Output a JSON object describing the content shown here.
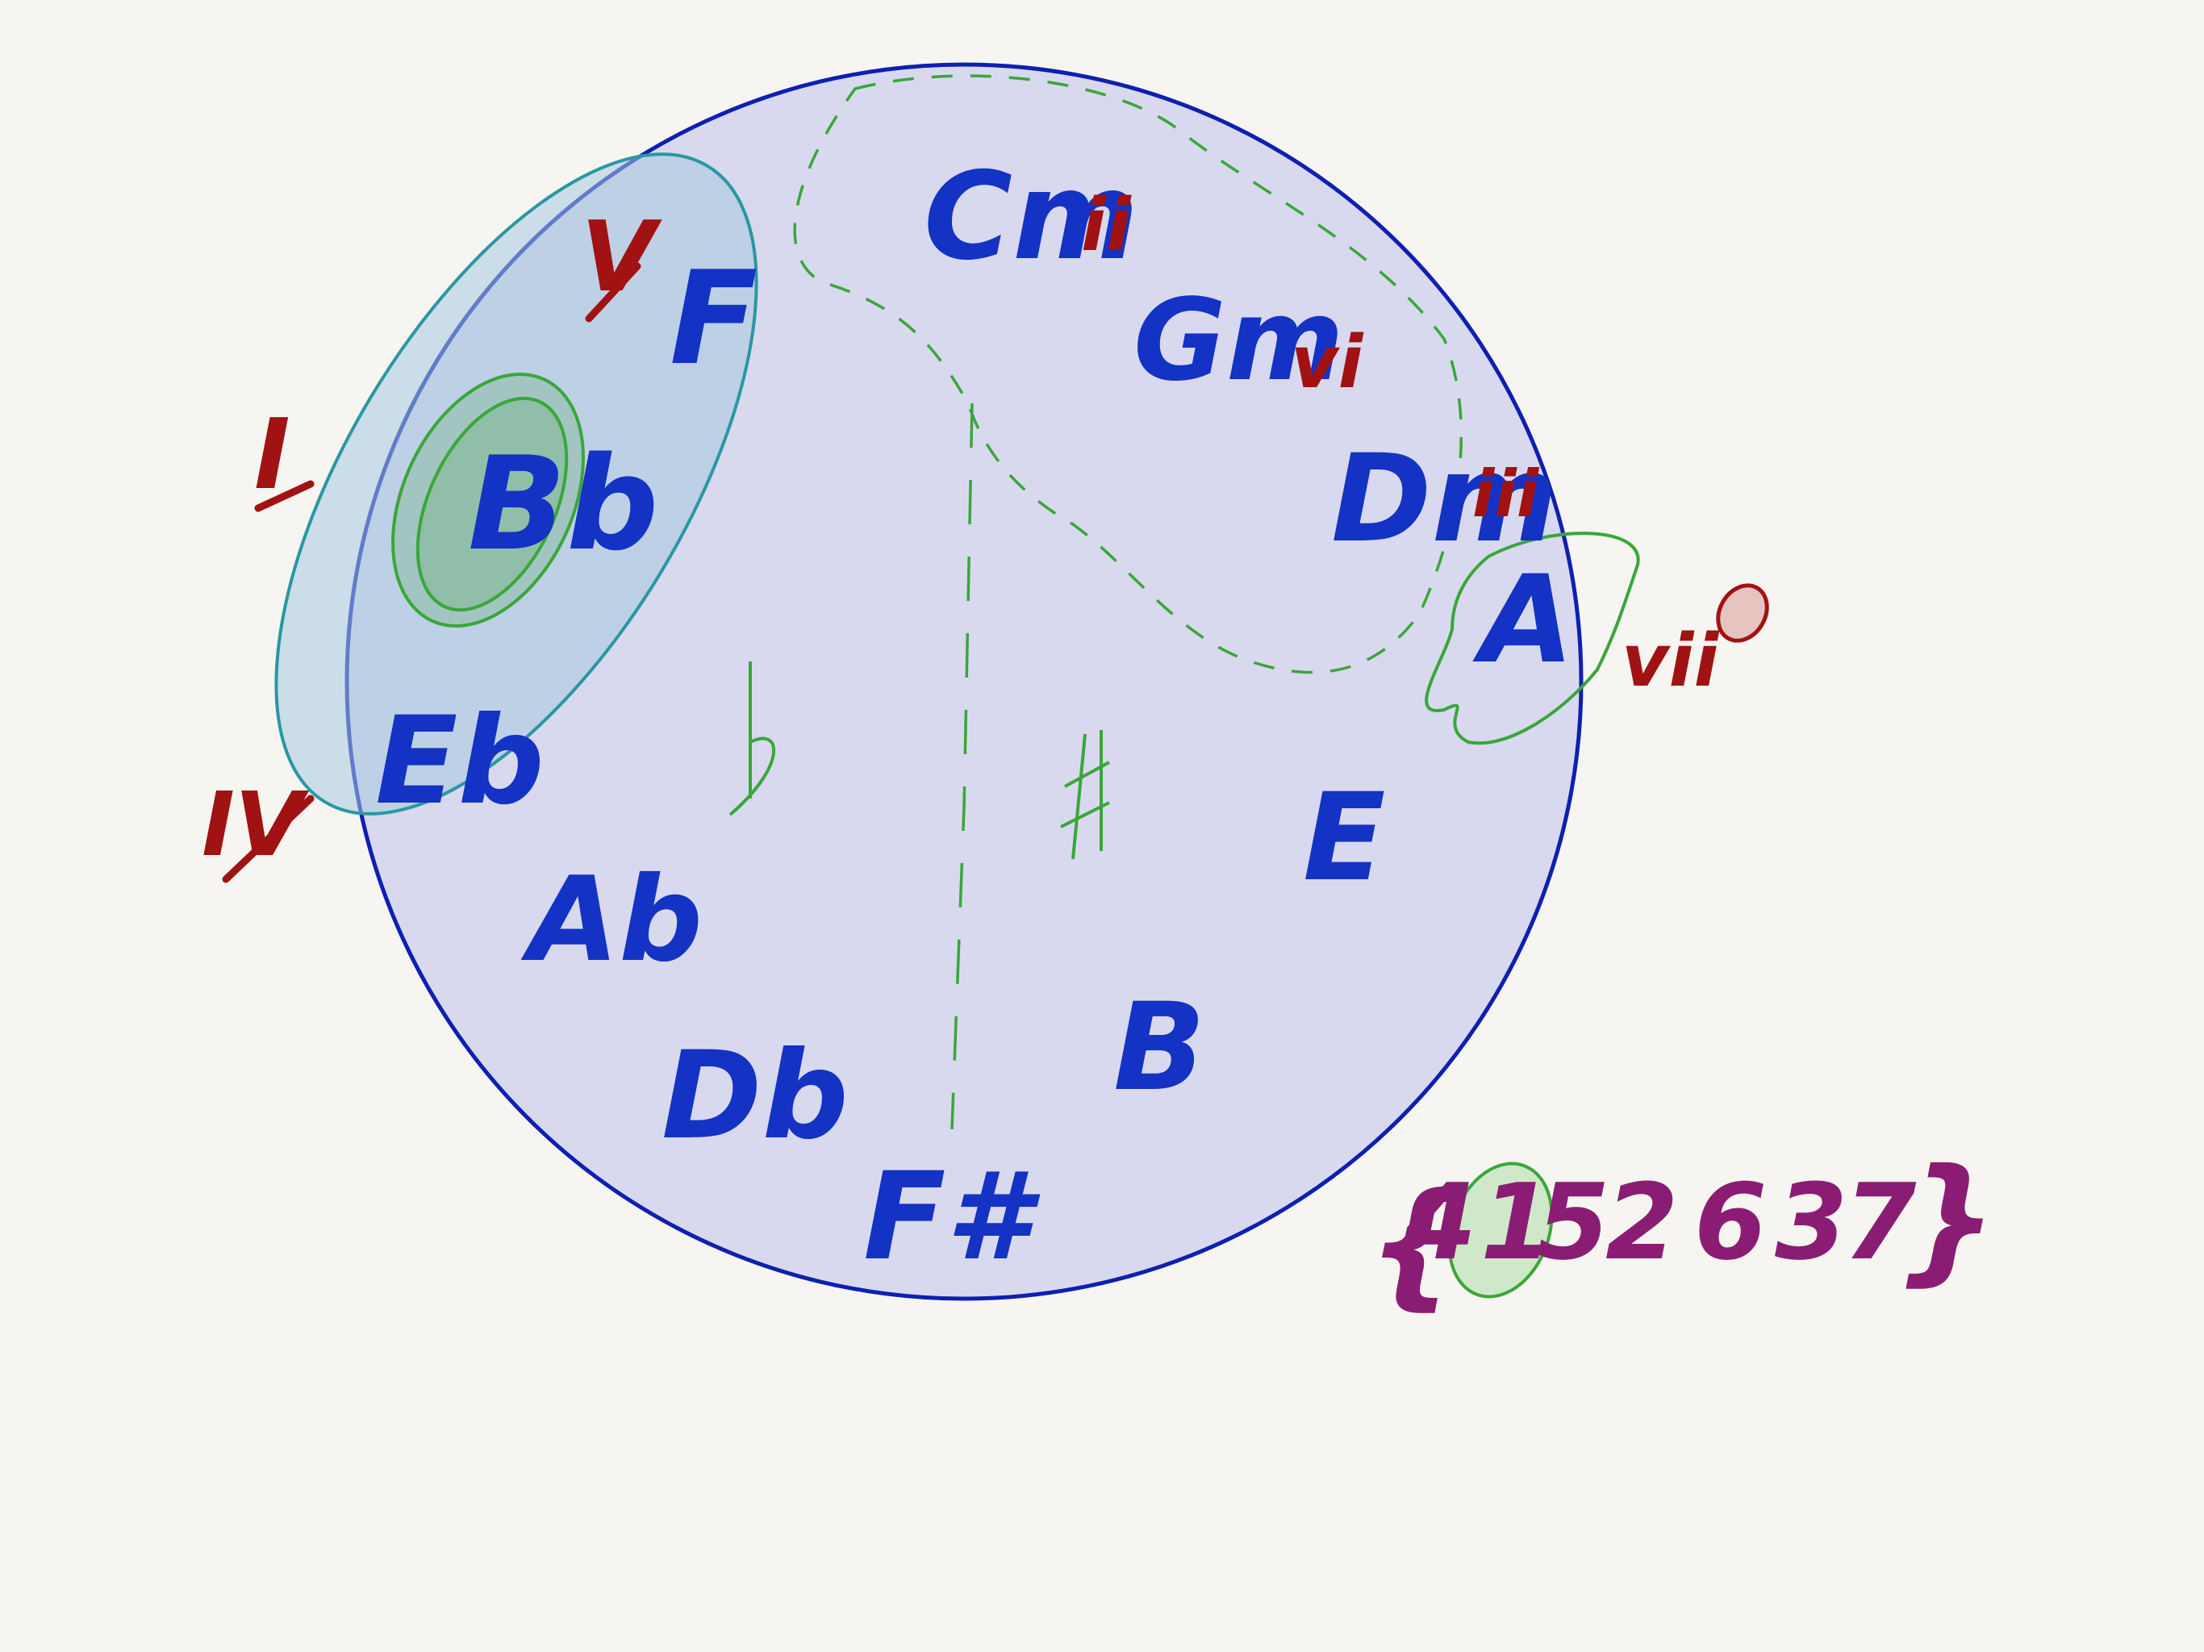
{
  "colors": {
    "background": "#f6f5f1",
    "circle_fill": "#d8d9ee",
    "circle_stroke": "#0f1fb0",
    "note_blue": "#1432c4",
    "roman_red": "#a11212",
    "annotation_green": "#3aa63a",
    "highlight_teal": "#2a97a3",
    "sequence_purple": "#8a1d73"
  },
  "notes": [
    {
      "id": "gm-ii",
      "label": "Cm",
      "roman": "ii"
    },
    {
      "id": "gm-vi",
      "label": "Gm",
      "roman": "vi"
    },
    {
      "id": "dm-iii",
      "label": "Dm",
      "roman": "iii"
    },
    {
      "id": "a-vii",
      "label": "A",
      "roman": "vii"
    },
    {
      "id": "e",
      "label": "E"
    },
    {
      "id": "b",
      "label": "B"
    },
    {
      "id": "f-sharp",
      "label": "F#"
    },
    {
      "id": "db",
      "label": "Db"
    },
    {
      "id": "ab",
      "label": "Ab"
    },
    {
      "id": "eb",
      "label": "Eb",
      "roman": "IV"
    },
    {
      "id": "bb",
      "label": "Bb",
      "roman": "I"
    },
    {
      "id": "f",
      "label": "F",
      "roman": "V"
    }
  ],
  "accidentals": {
    "flat": "b",
    "sharp": "#"
  },
  "diminished_mark": "o",
  "sequence": {
    "open": "{",
    "digits": [
      "4",
      "1",
      "5",
      "2",
      "6",
      "3",
      "7"
    ],
    "close": "}",
    "highlighted_digit": "1"
  }
}
